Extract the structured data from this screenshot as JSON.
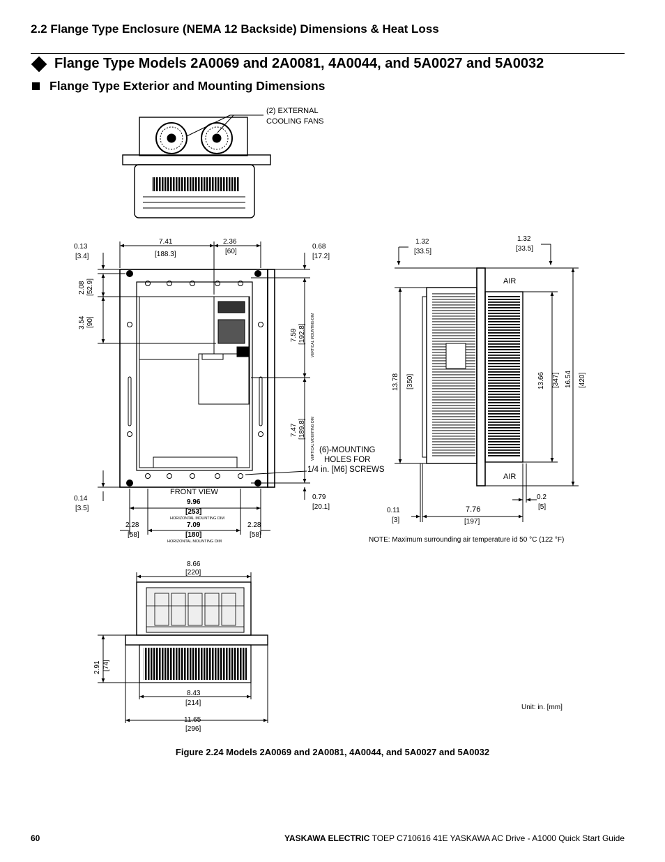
{
  "section_header": "2.2 Flange Type Enclosure (NEMA 12 Backside) Dimensions & Heat Loss",
  "heading_models": "Flange Type Models 2A0069 and 2A0081, 4A0044, and 5A0027 and 5A0032",
  "heading_sub": "Flange Type Exterior and Mounting Dimensions",
  "callouts": {
    "fans_1": "(2) EXTERNAL",
    "fans_2": "COOLING FANS",
    "holes_1": "(6)-MOUNTING",
    "holes_2": "HOLES FOR",
    "holes_3": "1/4 in. [M6] SCREWS",
    "front_view": "FRONT VIEW",
    "air_top": "AIR",
    "air_bottom": "AIR",
    "note": "NOTE: Maximum surrounding air temperature id 50 °C (122 °F)",
    "unit": "Unit: in. [mm]",
    "h_mount": "HORIZONTAL MOUNTING DIM",
    "v_mount": "VERTICAL MOUNTING DIM"
  },
  "front_dims": {
    "d013_in": "0.13",
    "d013_mm": "[3.4]",
    "d741_in": "7.41",
    "d741_mm": "[188.3]",
    "d236_in": "2.36",
    "d236_mm": "[60]",
    "d068_in": "0.68",
    "d068_mm": "[17.2]",
    "d208_in": "2.08",
    "d208_mm": "[52.9]",
    "d354_in": "3.54",
    "d354_mm": "[90]",
    "d759_in": "7.59",
    "d759_mm": "[192.8]",
    "d747_in": "7.47",
    "d747_mm": "[189.8]",
    "d014_in": "0.14",
    "d014_mm": "[3.5]",
    "d079_in": "0.79",
    "d079_mm": "[20.1]",
    "d996_in": "9.96",
    "d996_mm": "[253]",
    "d709_in": "7.09",
    "d709_mm": "[180]",
    "d228l_in": "2.28",
    "d228l_mm": "[58]",
    "d228r_in": "2.28",
    "d228r_mm": "[58]"
  },
  "side_dims": {
    "d132l_in": "1.32",
    "d132l_mm": "[33.5]",
    "d132r_in": "1.32",
    "d132r_mm": "[33.5]",
    "d1378_in": "13.78",
    "d1378_mm": "[350]",
    "d1366_in": "13.66",
    "d1366_mm": "[347]",
    "d1654_in": "16.54",
    "d1654_mm": "[420]",
    "d011_in": "0.11",
    "d011_mm": "[3]",
    "d776_in": "7.76",
    "d776_mm": "[197]",
    "d02_in": "0.2",
    "d02_mm": "[5]"
  },
  "bottom_dims": {
    "d866_in": "8.66",
    "d866_mm": "[220]",
    "d291_in": "2.91",
    "d291_mm": "[74]",
    "d843_in": "8.43",
    "d843_mm": "[214]",
    "d1165_in": "11.65",
    "d1165_mm": "[296]"
  },
  "caption": "Figure 2.24  Models 2A0069 and 2A0081, 4A0044, and 5A0027 and 5A0032",
  "footer": {
    "page": "60",
    "brand": "YASKAWA ELECTRIC",
    "doc": " TOEP C710616 41E YASKAWA AC Drive - A1000 Quick Start Guide"
  }
}
